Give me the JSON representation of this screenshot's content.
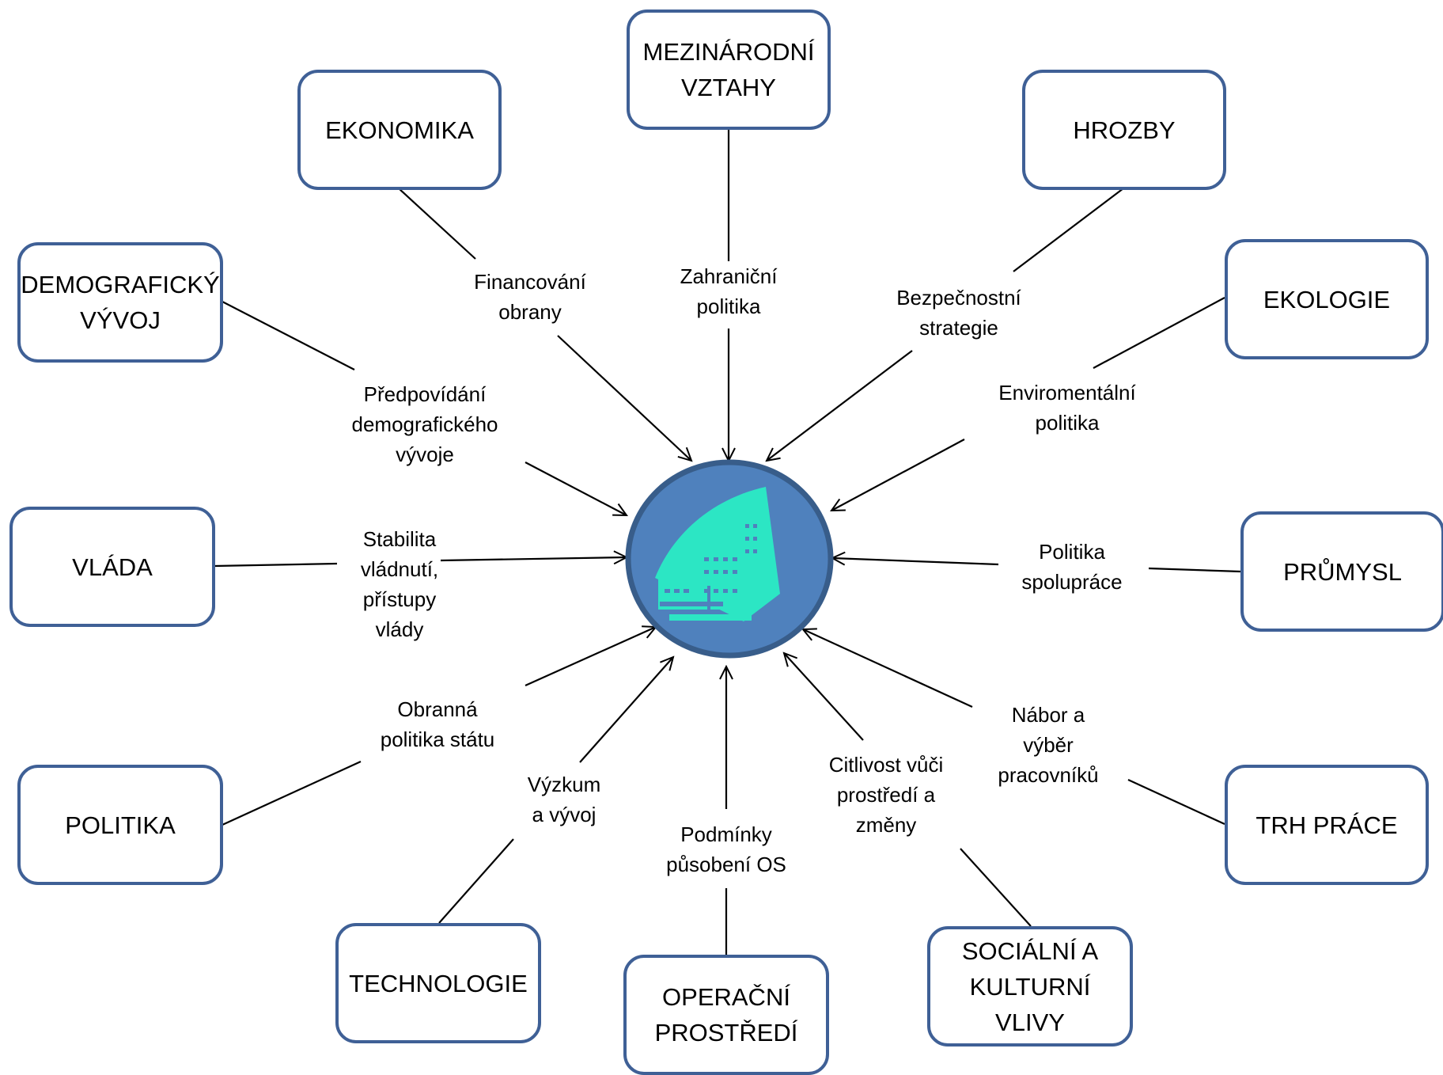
{
  "boxes": [
    {
      "key": "mezinarodni",
      "text": "MEZINÁRODNÍ\nVZTAHY"
    },
    {
      "key": "ekonomika",
      "text": "EKONOMIKA"
    },
    {
      "key": "hrozby",
      "text": "HROZBY"
    },
    {
      "key": "demograficky",
      "text": "DEMOGRAFICKÝ\nVÝVOJ"
    },
    {
      "key": "ekologie",
      "text": "EKOLOGIE"
    },
    {
      "key": "vlada",
      "text": "VLÁDA"
    },
    {
      "key": "prumysl",
      "text": "PRŮMYSL"
    },
    {
      "key": "politika",
      "text": "POLITIKA"
    },
    {
      "key": "trh_prace",
      "text": "TRH PRÁCE"
    },
    {
      "key": "technologie",
      "text": "TECHNOLOGIE"
    },
    {
      "key": "operacni",
      "text": "OPERAČNÍ\nPROSTŘEDÍ"
    },
    {
      "key": "socialni",
      "text": "SOCIÁLNÍ A\nKULTURNÍ\nVLIVY"
    }
  ],
  "labels": [
    {
      "key": "zahranicni",
      "text": "Zahraniční\npolitika"
    },
    {
      "key": "financovani",
      "text": "Financování\nobrany"
    },
    {
      "key": "bezpecnostni",
      "text": "Bezpečnostní\nstrategie"
    },
    {
      "key": "predpovidani",
      "text": "Předpovídání\ndemografického\nvývoje"
    },
    {
      "key": "enviromentalni",
      "text": "Enviromentální\npolitika"
    },
    {
      "key": "stabilita",
      "text": "Stabilita\nvládnutí,\npřístupy\nvlády"
    },
    {
      "key": "spoluprace",
      "text": "Politika\nspolupráce"
    },
    {
      "key": "obranna",
      "text": "Obranná\npolitika státu"
    },
    {
      "key": "nabor",
      "text": "Nábor a\nvýběr\npracovníků"
    },
    {
      "key": "vyzkum",
      "text": "Výzkum\na vývoj"
    },
    {
      "key": "podminky",
      "text": "Podmínky\npůsobení  OS"
    },
    {
      "key": "citlivost",
      "text": "Citlivost vůči\nprostředí a\nzměny"
    }
  ],
  "colors": {
    "box_border": "#3f6096",
    "hub_fill": "#4f81bd",
    "hub_border": "#385d8a",
    "hub_icon": "#2ce6c4",
    "line": "#000000"
  },
  "hub": {
    "icon": "building-logo-icon"
  }
}
